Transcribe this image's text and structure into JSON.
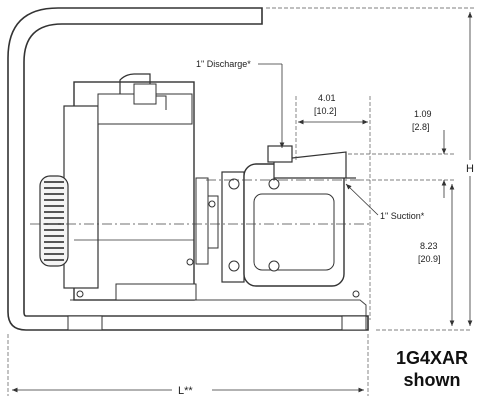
{
  "labels": {
    "discharge": "1\" Discharge*",
    "suction": "1\" Suction*",
    "dim_401": "4.01",
    "dim_102": "[10.2]",
    "dim_109": "1.09",
    "dim_28": "[2.8]",
    "dim_823": "8.23",
    "dim_209": "[20.9]",
    "height": "H",
    "length": "L**"
  },
  "model": {
    "name": "1G4XAR",
    "caption": "shown"
  }
}
